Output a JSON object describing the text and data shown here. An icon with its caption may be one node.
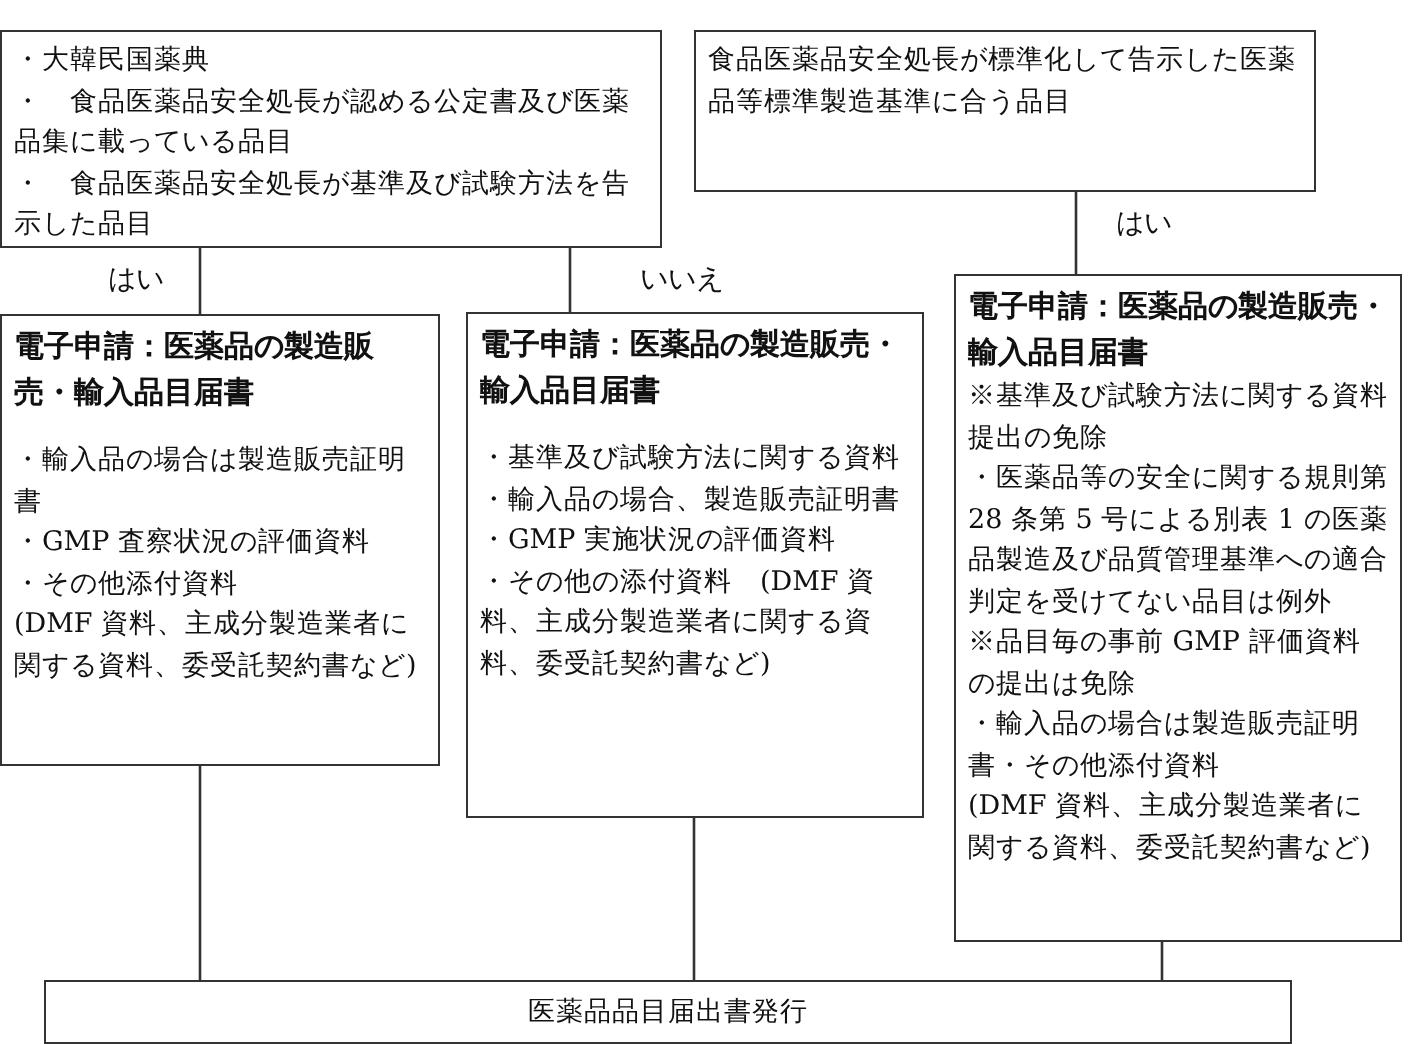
{
  "diagram": {
    "nodes": [
      {
        "text": [
          "・大韓民国薬典",
          "・　食品医薬品安全処長が認める公定書及び医薬品集に載っている品目",
          "・　食品医薬品安全処長が基準及び試験方法を告示した品目"
        ]
      },
      {
        "text": [
          "食品医薬品安全処長が標準化して告示した医薬品等標準製造基準に合う品目"
        ]
      },
      {
        "text": [
          "電子申請：医薬品の製造販売・輸入品目届書",
          "・輸入品の場合は製造販売証明書",
          "・GMP 査察状況の評価資料",
          "・その他添付資料",
          "(DMF 資料、主成分製造業者に関する資料、委受託契約書など)"
        ]
      },
      {
        "text": [
          "電子申請：医薬品の製造販売・輸入品目届書",
          "・基準及び試験方法に関する資料",
          "・輸入品の場合、製造販売証明書",
          "・GMP 実施状況の評価資料",
          "・その他の添付資料　(DMF 資料、主成分製造業者に関する資料、委受託契約書など)"
        ]
      },
      {
        "text": [
          "電子申請：医薬品の製造販売・輸入品目届書",
          "※基準及び試験方法に関する資料提出の免除",
          "・医薬品等の安全に関する規則第 28 条第 5 号による別表 1 の医薬品製造及び品質管理基準への適合判定を受けてない品目は例外",
          "※品目毎の事前 GMP 評価資料の提出は免除",
          "・輸入品の場合は製造販売証明書・その他添付資料",
          "(DMF 資料、主成分製造業者に関する資料、委受託契約書など)"
        ]
      },
      {
        "text": [
          "医薬品品目届出書発行"
        ]
      }
    ],
    "edges": [
      {
        "from": 0,
        "to": 2,
        "arrow": "none",
        "label": "はい"
      },
      {
        "from": 0,
        "to": 3,
        "arrow": "none",
        "label": "いいえ"
      },
      {
        "from": 1,
        "to": 4,
        "arrow": "none",
        "label": "はい"
      },
      {
        "from": 2,
        "to": 5,
        "arrow": "none"
      },
      {
        "from": 3,
        "to": 5,
        "arrow": "none"
      },
      {
        "from": 4,
        "to": 5,
        "arrow": "none"
      }
    ]
  }
}
